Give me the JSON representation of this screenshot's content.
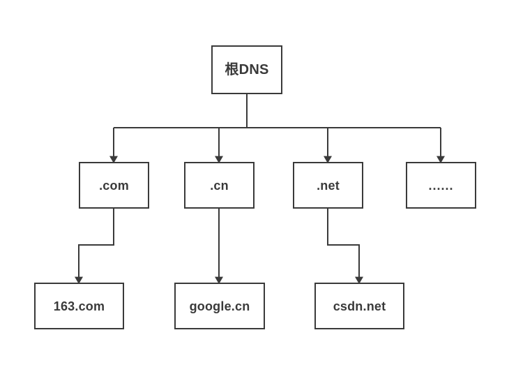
{
  "diagram": {
    "title": "DNS hierarchy tree",
    "background_color": "#ffffff",
    "stroke_color": "#3a3a3a",
    "text_color": "#3a3a3a",
    "nodes": {
      "root": {
        "label": "根DNS"
      },
      "com": {
        "label": ".com"
      },
      "cn": {
        "label": ".cn"
      },
      "net": {
        "label": ".net"
      },
      "more": {
        "label": "......"
      },
      "site_163": {
        "label": "163.com"
      },
      "site_google": {
        "label": "google.cn"
      },
      "site_csdn": {
        "label": "csdn.net"
      }
    },
    "edges": [
      {
        "from": "root",
        "to": "com",
        "style": "orthogonal-bus-arrow"
      },
      {
        "from": "root",
        "to": "cn",
        "style": "orthogonal-bus-arrow"
      },
      {
        "from": "root",
        "to": "net",
        "style": "orthogonal-bus-arrow"
      },
      {
        "from": "root",
        "to": "more",
        "style": "orthogonal-bus-arrow"
      },
      {
        "from": "com",
        "to": "site_163",
        "style": "elbow-left-arrow"
      },
      {
        "from": "cn",
        "to": "site_google",
        "style": "straight-arrow"
      },
      {
        "from": "net",
        "to": "site_csdn",
        "style": "elbow-right-arrow"
      }
    ]
  }
}
